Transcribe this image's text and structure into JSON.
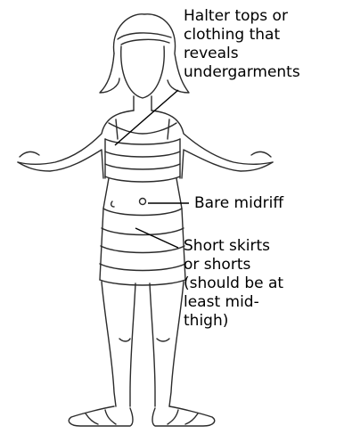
{
  "annotations": {
    "top": {
      "lines": [
        "Halter tops or",
        "clothing that",
        "reveals",
        "undergarments"
      ]
    },
    "middle": {
      "lines": [
        "Bare midriff"
      ]
    },
    "bottom": {
      "lines": [
        "Short skirts",
        "or shorts",
        "(should be at",
        "least mid-",
        "thigh)"
      ]
    }
  },
  "colors": {
    "background": "#ffffff",
    "ink": "#2b2b2b",
    "text": "#000000"
  },
  "figure": {
    "type": "line-drawing",
    "subject": "woman-figure"
  }
}
